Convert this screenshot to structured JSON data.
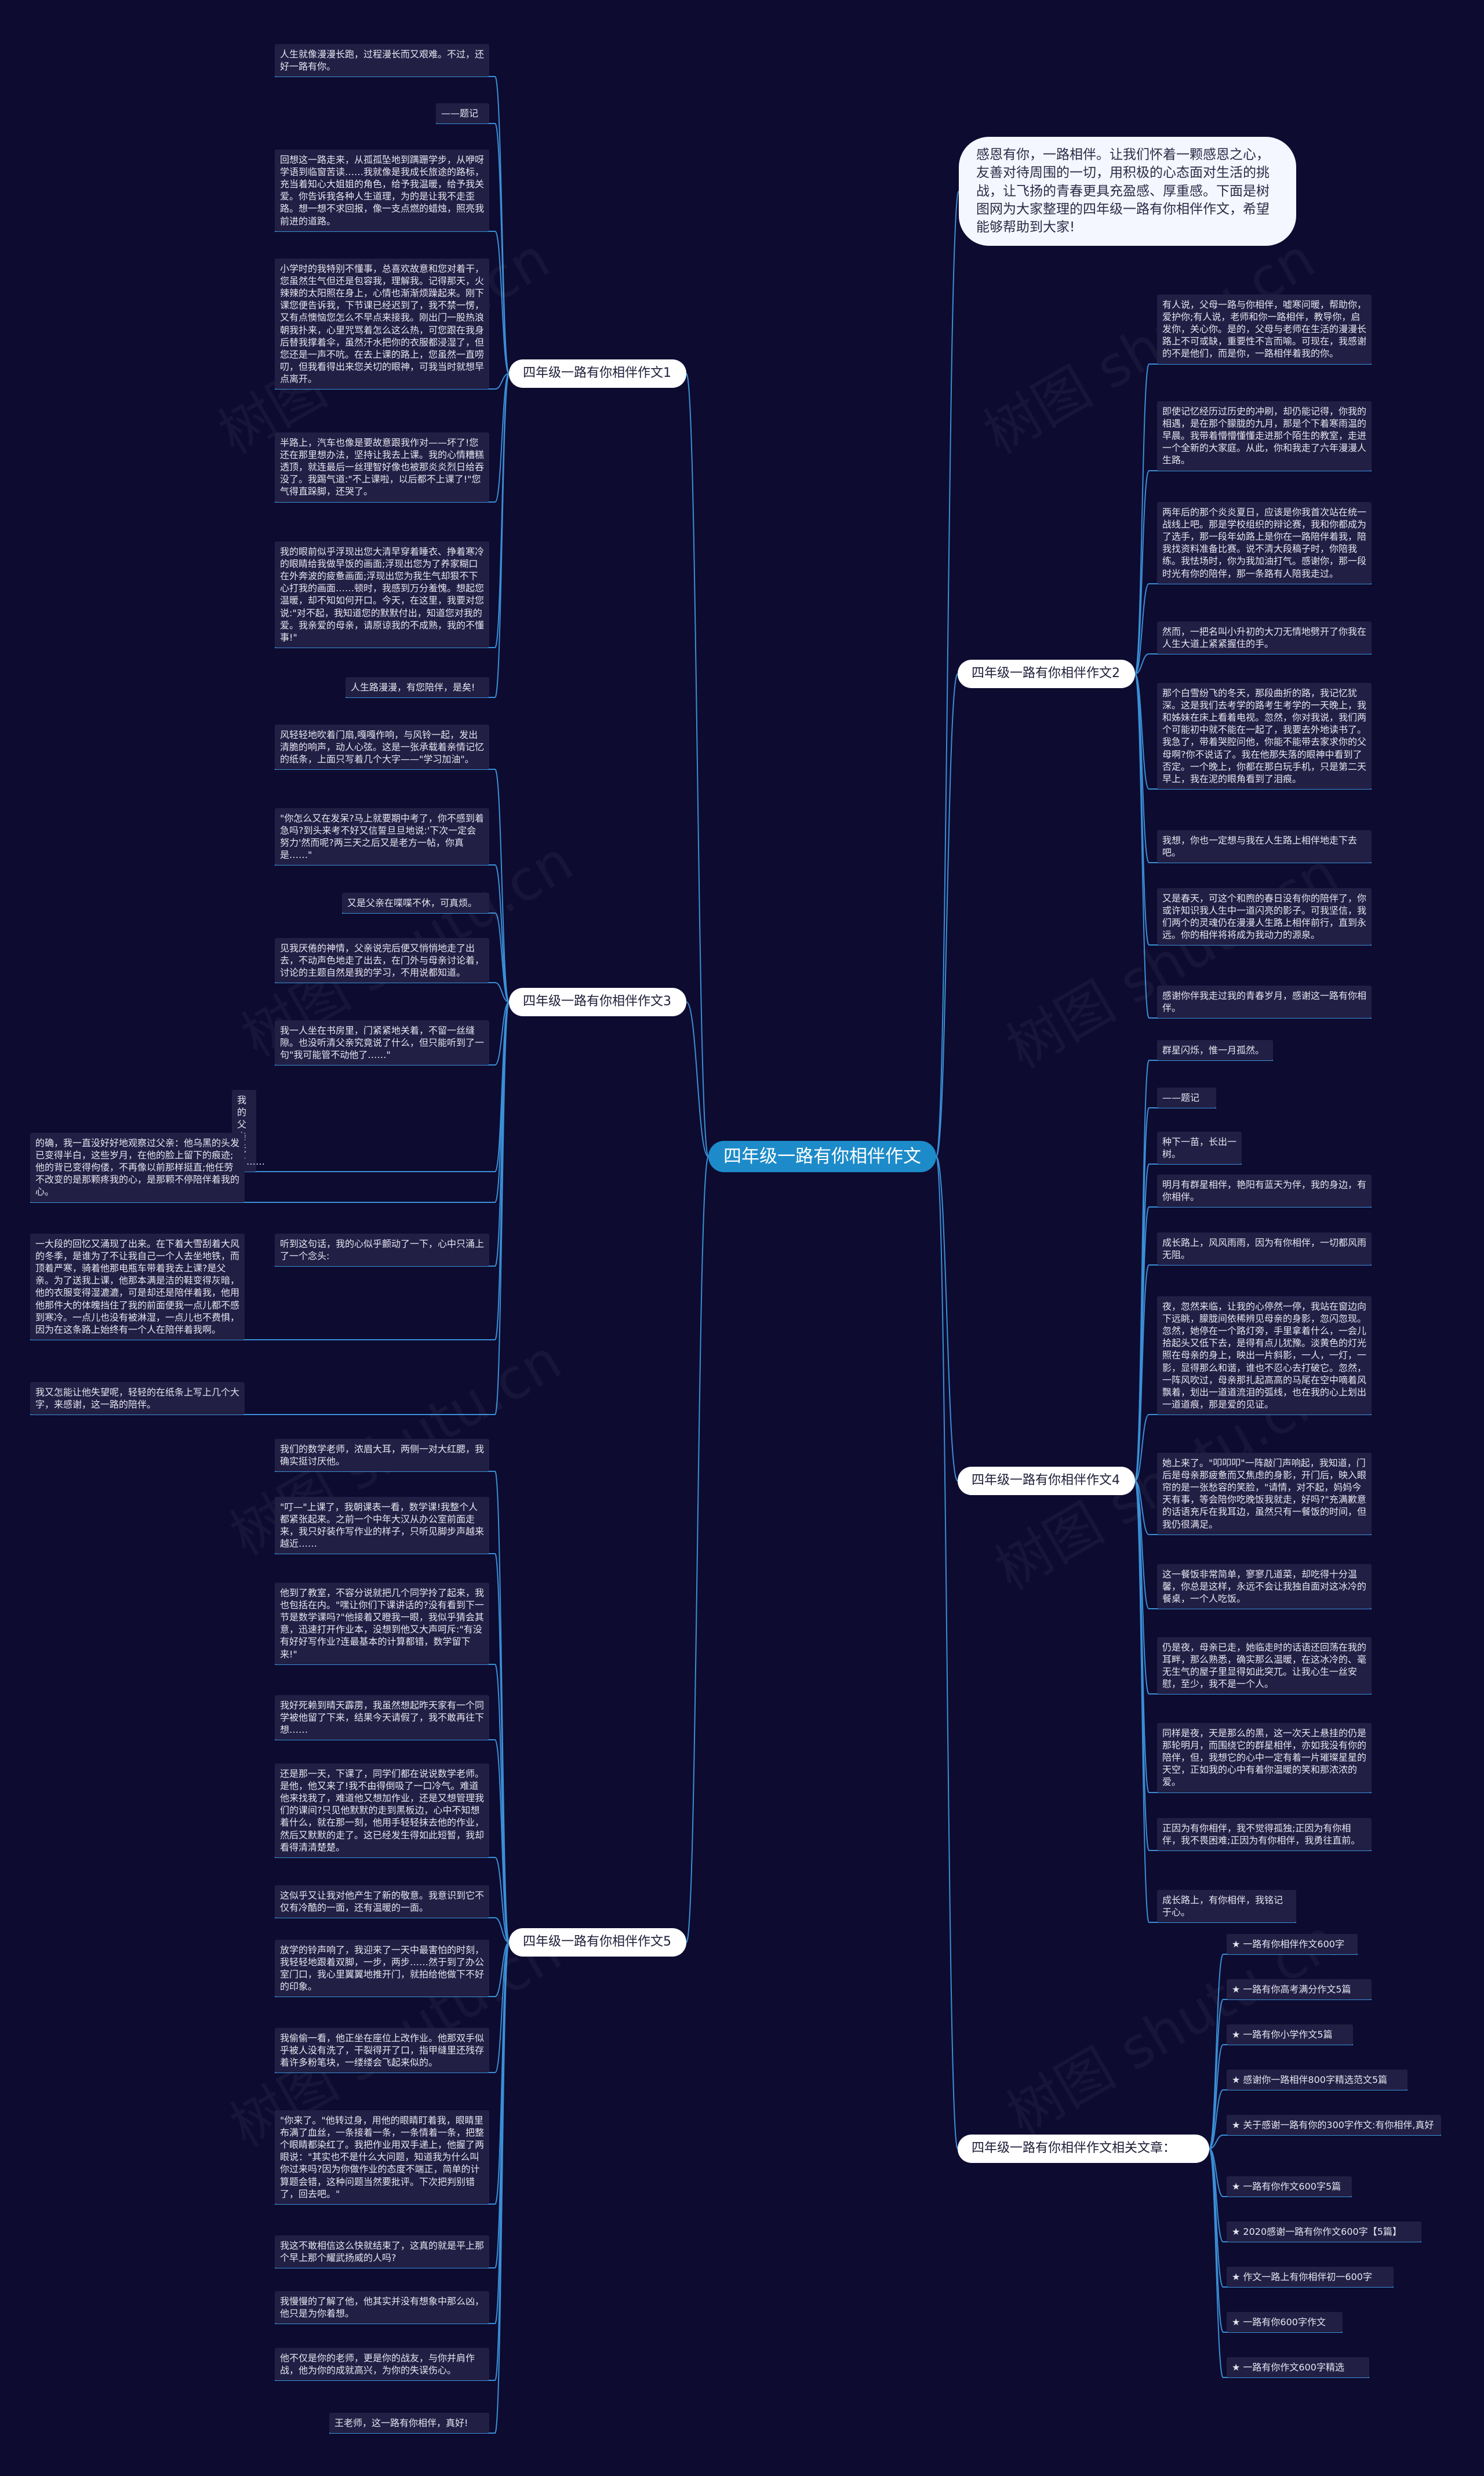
{
  "title": "四年级一路有你相伴作文",
  "intro": "感恩有你，一路相伴。让我们怀着一颗感恩之心，友善对待周围的一切，用积极的心态面对生活的挑战，让飞扬的青春更具充盈感、厚重感。下面是树图网为大家整理的四年级一路有你相伴作文，希望能够帮助到大家!",
  "watermark": "树图 shutu.cn",
  "line_color": "#3a8fd6",
  "branches": [
    {
      "id": "b1",
      "label": "四年级一路有你相伴作文1",
      "leaves": [
        "人生就像漫漫长跑，过程漫长而又艰难。不过，还好一路有你。",
        "——题记",
        "回想这一路走来，从孤孤坠地到蹒跚学步，从咿呀学语到临窗苦读……我就像是我成长旅途的路标，充当着知心大姐姐的角色，给予我温暖，给予我关爱。你告诉我各种人生道理，为的是让我不走歪路。想一想不求回报，像一支点燃的蜡烛，照亮我前进的道路。",
        "小学时的我特别不懂事，总喜欢故意和您对着干，您虽然生气但还是包容我，理解我。记得那天，火辣辣的太阳照在身上，心情也渐渐烦躁起来。刚下课您便告诉我，下节课已经迟到了，我不禁一愣，又有点懊恼您怎么不早点来接我。刚出门一股热浪朝我扑来，心里咒骂着怎么这么热，可您跟在我身后替我撑着伞，虽然汗水把你的衣服都浸湿了，但您还是一声不吭。在去上课的路上，您虽然一直唠叨，但我看得出来您关切的眼神，可我当时就想早点离开。",
        "半路上，汽车也像是要故意跟我作对——坏了!您还在那里想办法，坚持让我去上课。我的心情糟糕透顶，就连最后一丝理智好像也被那炎炎烈日给吞没了。我踢气道:\"不上课啦，以后都不上课了!\"您气得直跺脚，还哭了。",
        "我的眼前似乎浮现出您大清早穿着睡衣、挣着寒冷的眼睛给我做早饭的画面;浮现出您为了养家糊口在外奔波的疲惫画面;浮现出您为我生气却狠不下心打我的画面……顿时，我感到万分羞愧。想起您温暖，却不知如何开口。今天，在这里，我要对您说:\"对不起，我知道您的默默付出，知道您对我的爱。我亲爱的母亲，请原谅我的不成熟，我的不懂事!\"",
        "人生路漫漫，有您陪伴，是矣!"
      ]
    },
    {
      "id": "b3",
      "label": "四年级一路有你相伴作文3",
      "leaves": [
        "风轻轻地吹着门扇,嘎嘎作响，与风铃一起，发出清脆的响声，动人心弦。这是一张承载着亲情记忆的纸条，上面只写着几个大字——\"学习加油\"。",
        "\"你怎么又在发呆?马上就要期中考了，你不感到着急吗?到头来考不好又信誓旦旦地说:'下次一定会努力'然而呢?两三天之后又是老方一帖，你真是……\"",
        "又是父亲在喋喋不休，可真烦。",
        "见我厌倦的神情，父亲说完后便又悄悄地走了出去，不动声色地走了出去，在门外与母亲讨论着，讨论的主题自然是我的学习，不用说都知道。",
        "我一人坐在书房里，门紧紧地关着，不留一丝缝隙。也没听清父亲究竟说了什么，但只能听到了一句\"我可能管不动他了……\"",
        "我的父亲老了……",
        "的确，我一直没好好地观察过父亲：他乌黑的头发已变得半白，这些岁月，在他的脸上留下的痕迹;他的背已变得佝偻，不再像以前那样挺直;他任劳不改变的是那颗疼我的心，是那颗不停陪伴着我的心。",
        "一大段的回忆又涌现了出来。在下着大雪刮着大风的冬季，是谁为了不让我自己一个人去坐地铁，而顶着严寒，骑着他那电瓶车带着我去上课?是父亲。为了送我上课，他那本满是洁的鞋变得灰暗，他的衣服变得湿漉漉，可是却还是陪伴着我，他用他那件大的体魄挡住了我的前面便我一点儿都不感到寒冷。一点儿也没有被淋湿，一点儿也不费惧，因为在这条路上始终有一个人在陪伴着我啊。",
        "听到这句话，我的心似乎颤动了一下，心中只涌上了一个念头:",
        "我又怎能让他失望呢，轻轻的在纸条上写上几个大字，来感谢，这一路的陪伴。"
      ]
    },
    {
      "id": "b5",
      "label": "四年级一路有你相伴作文5",
      "leaves": [
        "我们的数学老师，浓眉大耳，两侧一对大红腮，我确实挺讨厌他。",
        "\"叮—\"上课了，我朝课表一看，数学课!我整个人都紧张起来。之前一个中年大汉从办公室前面走来，我只好装作写作业的样子，只听见脚步声越来越近……",
        "他到了教室，不容分说就把几个同学拎了起来，我也包括在内。\"嘿让你们下课讲话的?没有看到下一节是数学课吗?\"他接着又瞪我一眼，我似乎猜会其意，迅速打开作业本，没想到他又大声呵斥:\"有没有好好写作业?连最基本的计算都错，数学留下来!\"",
        "我好死赖到晴天霹雳，我虽然想起昨天家有一个同学被他留了下来，结果今天请假了，我不敢再往下想……",
        "还是那一天，下课了，同学们都在说说数学老师。是他，他又来了!我不由得倒吸了一口冷气。难道他来找我了，难道他又想加作业，还是又想管理我们的课间?只见他默默的走到黑板边，心中不知想着什么，就在那一刻，他用手轻轻抹去他的作业，然后又默默的走了。这已经发生得如此短暂，我却看得清清楚楚。",
        "这似乎又让我对他产生了新的敬意。我意识到它不仅有冷酷的一面，还有温暖的一面。",
        "放学的铃声响了，我迎来了一天中最害怕的时刻，我轻轻地跟着双脚，一步，两步……然于到了办公室门口，我心里翼翼地推开门，就拍给他做下不好的印象。",
        "我偷偷一看，他正坐在座位上改作业。他那双手似乎被人没有洗了，干裂得开了口，指甲缝里还残存着许多粉笔块，一缕缕会飞起来似的。",
        "\"你来了。\"他转过身，用他的眼睛盯着我，眼睛里布满了血丝，一条接着一条，一条情着一条，把整个眼睛都染红了。我把作业用双手递上，他握了两眼说：\"其实也不是什么大问题，知道我为什么叫你过来吗?因为你做作业的态度不端正，简单的计算题会错，这种问题当然要批评。下次把判别错了，回去吧。\"",
        "我这不敢相信这么快就结束了，这真的就是平上那个早上那个耀武扬威的人吗?",
        "我慢慢的了解了他，他其实并没有想象中那么凶，他只是为你着想。",
        "他不仅是你的老师，更是你的战友，与你并肩作战，他为你的成就高兴，为你的失误伤心。",
        "王老师，这一路有你相伴，真好!"
      ]
    },
    {
      "id": "b2",
      "label": "四年级一路有你相伴作文2",
      "leaves": [
        "有人说，父母一路与你相伴，嘘寒问暖，帮助你，爱护你;有人说，老师和你一路相伴，教导你，启发你，关心你。是的，父母与老师在生活的漫漫长路上不可或缺，重要性不言而喻。可现在，我感谢的不是他们，而是你，一路相伴着我的你。",
        "即使记忆经历过历史的冲刷，却仍能记得，你我的相遇，是在那个朦胧的九月，那是个下着寒雨温的早晨。我带着懵懵懂懂走进那个陌生的教室，走进一个全新的大家庭。从此，你和我走了六年漫漫人生路。",
        "两年后的那个炎炎夏日，应该是你我首次站在统一战线上吧。那是学校组织的辩论赛，我和你都成为了选手，那一段年幼路上是你在一路陪伴着我，陪我找资料准备比赛。说不清大段稿子时，你陪我练。我怯场时，你为我加油打气。感谢你，那一段时光有你的陪伴，那一条路有人陪我走过。",
        "然而，一把名叫小升初的大刀无情地劈开了你我在人生大道上紧紧握住的手。",
        "那个白雪纷飞的冬天，那段曲折的路，我记忆犹深。这是我们去考学的路考生考学的一天晚上，我和姊妹在床上看着电视。忽然，你对我说，我们两个可能初中就不能在一起了，我要去外地读书了。我急了，带着哭腔问他，你能不能带去家求你的父母啊?你不说话了。我在他那失落的眼神中看到了否定。一个晚上，你都在那白玩手机，只是第二天早上，我在泥的眼角看到了泪痕。",
        "我想，你也一定想与我在人生路上相伴地走下去吧。",
        "又是春天，可这个和煦的春日没有你的陪伴了，你或许知识我人生中一道闪亮的影子。可我坚信，我们两个的灵魂仍在漫漫人生路上相伴前行，直到永远。你的相伴将将成为我动力的源泉。",
        "感谢你伴我走过我的青春岁月，感谢这一路有你相伴。"
      ]
    },
    {
      "id": "b4",
      "label": "四年级一路有你相伴作文4",
      "leaves": [
        "群星闪烁，惟一月孤然。",
        "——题记",
        "种下一苗，长出一树。",
        "明月有群星相伴，艳阳有蓝天为伴，我的身边，有你相伴。",
        "成长路上，风风雨雨，因为有你相伴，一切都风雨无阻。",
        "夜，忽然来临，让我的心停然一停，我站在窗边向下远眺，朦胧间依稀辨见母亲的身影，忽闪忽现。忽然，她停在一个路灯旁，手里拿着什么，一会儿拾起头又低下去，是得有点儿犹豫。淡黄色的灯光照在母亲的身上，映出一片斜影，一人，一灯，一影，显得那么和谐，谁也不忍心去打破它。忽然，一阵风吹过，母亲那扎起高高的马尾在空中嘀着风飘着，划出一道道流泪的弧线，也在我的心上划出一道道痕，那是爱的见证。",
        "她上来了。\"叩叩叩\"一阵敲门声响起，我知道，门后是母亲那疲惫而又焦虑的身影，开门后，映入眼帘的是一张愁容的笑脸，\"请情，对不起，妈妈今天有事，等会陪你吃晚饭我就走，好吗?\"充满歉意的话语充斥在我耳边，虽然只有一餐饭的时间，但我仍很满足。",
        "这一餐饭非常简单，寥寥几道菜，却吃得十分温馨，你总是这样，永远不会让我独自面对这冰冷的餐桌，一个人吃饭。",
        "仍是夜，母亲已走，她临走时的话语还回荡在我的耳畔，那么熟悉，确实那么温暖，在这冰冷的、毫无生气的屋子里显得如此突兀。让我心生一丝安慰，至少，我不是一个人。",
        "同样是夜，天是那么的黑，这一次天上悬挂的仍是那轮明月，而围绕它的群星相伴，亦如我没有你的陪伴，但，我想它的心中一定有着一片璀璨星星的天空，正如我的心中有着你温暖的笑和那浓浓的爱。",
        "正因为有你相伴，我不觉得孤独;正因为有你相伴，我不畏困难;正因为有你相伴，我勇往直前。",
        "成长路上，有你相伴，我铭记于心。"
      ]
    },
    {
      "id": "b6",
      "label": "四年级一路有你相伴作文相关文章：",
      "leaves": [
        "★ 一路有你相伴作文600字",
        "★ 一路有你高考满分作文5篇",
        "★ 一路有你小学作文5篇",
        "★ 感谢你一路相伴800字精选范文5篇",
        "★ 关于感谢一路有你的300字作文:有你相伴,真好",
        "★ 一路有你作文600字5篇",
        "★ 2020感谢一路有你作文600字【5篇】",
        "★ 作文一路上有你相伴初一600字",
        "★ 一路有你600字作文",
        "★ 一路有你作文600字精选"
      ]
    }
  ]
}
